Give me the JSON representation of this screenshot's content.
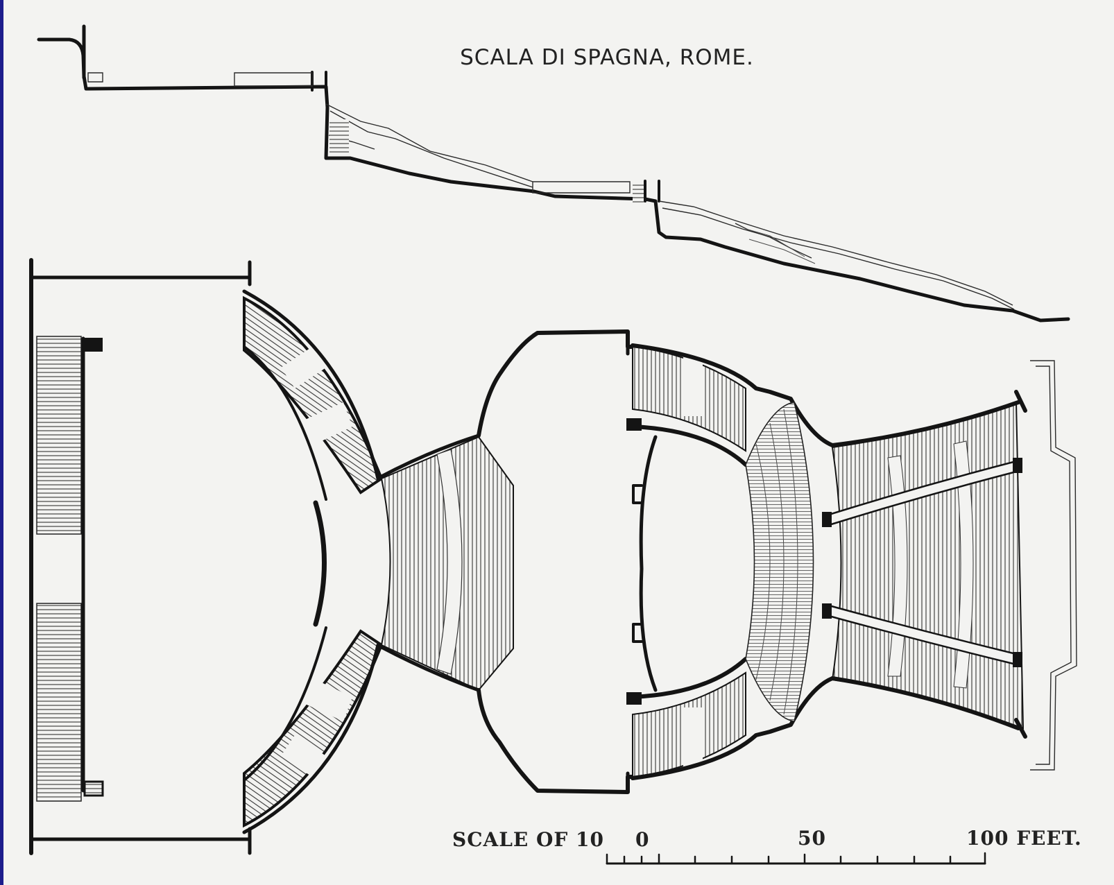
{
  "drawing": {
    "title": "SCALA DI SPAGNA, ROME.",
    "scale_bar": {
      "lead_label": "SCALE OF 10",
      "tick_0": "0",
      "tick_50": "50",
      "tick_100": "100 FEET."
    },
    "colors": {
      "paper": "#f3f3f1",
      "ink": "#141414",
      "border": "#1d1d8c"
    }
  }
}
